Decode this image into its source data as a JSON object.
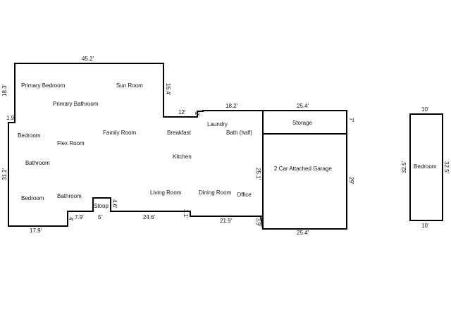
{
  "rooms": {
    "primary_bedroom": "Primary Bedroom",
    "sun_room": "Sun Room",
    "primary_bathroom": "Primary Bathroom",
    "bedroom_1": "Bedroom",
    "flex_room": "Flex Room",
    "family_room": "Family Room",
    "breakfast": "Breakfast",
    "laundry": "Laundry",
    "bath_half": "Bath (half)",
    "storage": "Storage",
    "bathroom_1": "Bathroom",
    "kitchen": "Kitchen",
    "garage": "2 Car Attached Garage",
    "bedroom_2": "Bedroom",
    "bathroom_2": "Bathroom",
    "living_room": "Living Room",
    "dining_room": "Dining Room",
    "office": "Office",
    "stoop": "Stoop",
    "detached_bedroom": "Bedroom"
  },
  "dimensions": {
    "top": "45.2'",
    "left_upper": "18.3'",
    "sunroom_side": "16.4'",
    "step_12": "12'",
    "step_2": "2'",
    "top_right": "18.2'",
    "garage_top": "25.4'",
    "storage_side": "7'",
    "left_notch": "1.9'",
    "left_lower": "31.2'",
    "garage_left": "25.1'",
    "garage_right": "29'",
    "bottom_left": "17.9'",
    "notch_4": "4'",
    "step_7_9": "7.9'",
    "stoop_w": "5'",
    "stoop_h": "4.6'",
    "bottom_mid": "24.6'",
    "step_1_1": "1.1'",
    "bottom_right": "21.9'",
    "garage_step": "3.9'",
    "garage_bottom": "25.4'",
    "det_top": "10'",
    "det_left": "32.5'",
    "det_right": "32.5'",
    "det_bottom": "10'"
  }
}
